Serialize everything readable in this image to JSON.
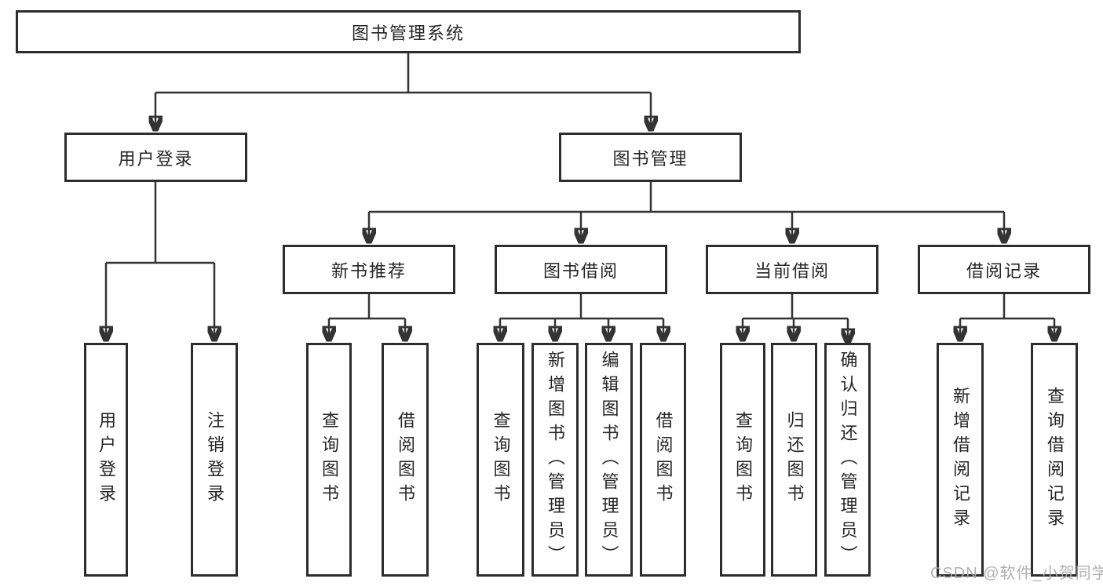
{
  "diagram": {
    "colors": {
      "line": "#333333",
      "border": "#2d2d2d",
      "text": "#262626",
      "watermark": "#aaaaaa",
      "background": "#ffffff"
    },
    "root": {
      "label": "图书管理系统",
      "children": [
        {
          "label": "用户登录",
          "children": [
            {
              "label": "用户登录"
            },
            {
              "label": "注销登录"
            }
          ]
        },
        {
          "label": "图书管理",
          "children": [
            {
              "label": "新书推荐",
              "children": [
                {
                  "label": "查询图书"
                },
                {
                  "label": "借阅图书"
                }
              ]
            },
            {
              "label": "图书借阅",
              "children": [
                {
                  "label": "查询图书"
                },
                {
                  "label": "新增图书（管理员）"
                },
                {
                  "label": "编辑图书（管理员）"
                },
                {
                  "label": "借阅图书"
                }
              ]
            },
            {
              "label": "当前借阅",
              "children": [
                {
                  "label": "查询图书"
                },
                {
                  "label": "归还图书"
                },
                {
                  "label": "确认归还（管理员）"
                }
              ]
            },
            {
              "label": "借阅记录",
              "children": [
                {
                  "label": "新增借阅记录"
                },
                {
                  "label": "查询借阅记录"
                }
              ]
            }
          ]
        }
      ]
    },
    "watermark": {
      "text": "CSDN @软件_小贺同学"
    }
  }
}
